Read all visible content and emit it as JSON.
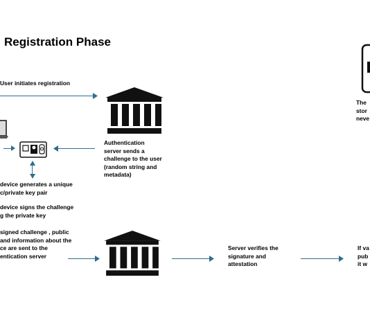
{
  "title": "Registration Phase",
  "labels": {
    "user_initiates": "User initiates registration",
    "auth_server_sends": "Authentication\nserver sends a\nchallenge to the user\n(random string and\nmetadata)",
    "device_generates": "device generates a unique\nc/private key pair",
    "device_signs": "device signs the challenge\ng the private key",
    "signed_challenge": "signed challenge , public\nand information about the\nce are sent to the\nentication server",
    "server_verifies": "Server verifies the\nsignature and\nattestation",
    "right_top": "The\nstor\nneve",
    "right_bottom": "If va\npub\nit w"
  },
  "icons": {
    "server_top": "bank-server-icon",
    "server_bottom": "bank-server-icon",
    "laptop": "laptop-icon",
    "id_card": "id-card-icon",
    "phone": "phone-icon"
  },
  "colors": {
    "arrow": "#2f6d8e",
    "icon": "#111111"
  }
}
